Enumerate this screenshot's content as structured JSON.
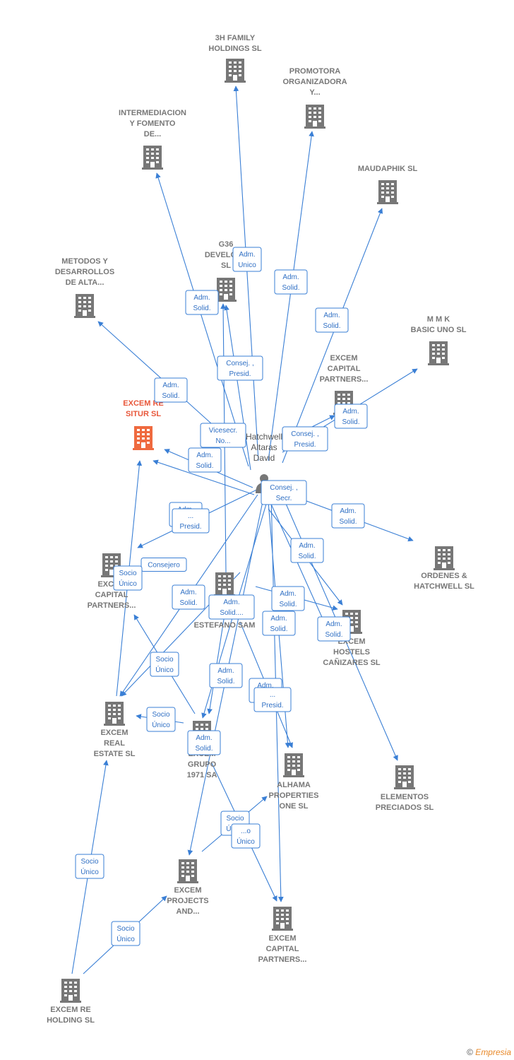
{
  "colors": {
    "edge": "#3a7fd5",
    "company": "#777777",
    "focus": "#ef6a3f",
    "person": "#777777"
  },
  "nodes": [
    {
      "id": "3h",
      "label": [
        "3H FAMILY",
        "HOLDINGS  SL"
      ],
      "type": "company"
    },
    {
      "id": "promotora",
      "label": [
        "PROMOTORA",
        "ORGANIZADORA",
        "Y..."
      ],
      "type": "company"
    },
    {
      "id": "intermediacion",
      "label": [
        "INTERMEDIACION",
        "Y FOMENTO",
        "DE..."
      ],
      "type": "company"
    },
    {
      "id": "maudaphik",
      "label": [
        "MAUDAPHIK SL"
      ],
      "type": "company"
    },
    {
      "id": "g36",
      "label": [
        "G36",
        "DEVELOP...",
        "SL"
      ],
      "type": "company"
    },
    {
      "id": "metodos",
      "label": [
        "METODOS Y",
        "DESARROLLOS",
        "DE ALTA..."
      ],
      "type": "company"
    },
    {
      "id": "mmk",
      "label": [
        "M M K",
        "BASIC UNO SL"
      ],
      "type": "company"
    },
    {
      "id": "excem_cap1",
      "label": [
        "EXCEM",
        "CAPITAL",
        "PARTNERS..."
      ],
      "type": "company"
    },
    {
      "id": "excem_re_situr",
      "label": [
        "EXCEM RE",
        "SITUR  SL"
      ],
      "type": "focus"
    },
    {
      "id": "person",
      "label": [
        "Hatchwell",
        "Altaras",
        "David"
      ],
      "type": "person"
    },
    {
      "id": "ordenes",
      "label": [
        "ORDENES &",
        "HATCHWELL SL"
      ],
      "type": "company"
    },
    {
      "id": "excem_cap2",
      "label": [
        "EXCEM",
        "CAPITAL",
        "PARTNERS..."
      ],
      "type": "company"
    },
    {
      "id": "torre",
      "label": [
        "TO...",
        "B...",
        "ESTEFANO SAM"
      ],
      "type": "company"
    },
    {
      "id": "hostels",
      "label": [
        "EXCEM",
        "HOSTELS",
        "CAÑIZARES  SL"
      ],
      "type": "company"
    },
    {
      "id": "real_estate",
      "label": [
        "EXCEM",
        "REAL",
        "ESTATE  SL"
      ],
      "type": "company"
    },
    {
      "id": "grupo",
      "label": [
        "EXCEM",
        "GRUPO",
        "1971 SA"
      ],
      "type": "company"
    },
    {
      "id": "alhama",
      "label": [
        "ALHAMA",
        "PROPERTIES",
        "ONE  SL"
      ],
      "type": "company"
    },
    {
      "id": "preciados",
      "label": [
        "ELEMENTOS",
        "PRECIADOS SL"
      ],
      "type": "company"
    },
    {
      "id": "projects",
      "label": [
        "EXCEM",
        "PROJECTS",
        "AND..."
      ],
      "type": "company"
    },
    {
      "id": "excem_cap3",
      "label": [
        "EXCEM",
        "CAPITAL",
        "PARTNERS..."
      ],
      "type": "company"
    },
    {
      "id": "re_holding",
      "label": [
        "EXCEM RE",
        "HOLDING  SL"
      ],
      "type": "company"
    }
  ],
  "edge_labels": [
    {
      "id": "l_3h",
      "lines": [
        "Adm.",
        "Unico"
      ]
    },
    {
      "id": "l_promotora",
      "lines": [
        "Adm.",
        "Solid."
      ]
    },
    {
      "id": "l_interm",
      "lines": [
        "Adm.",
        "Solid."
      ]
    },
    {
      "id": "l_maudaphik",
      "lines": [
        "Adm.",
        "Solid."
      ]
    },
    {
      "id": "l_g36",
      "lines": [
        "Consej. ,",
        "Presid."
      ]
    },
    {
      "id": "l_metodos",
      "lines": [
        "Adm.",
        "Solid."
      ]
    },
    {
      "id": "l_cap1a",
      "lines": [
        "Adm.",
        "Solid."
      ]
    },
    {
      "id": "l_cap1b",
      "lines": [
        "Consej. ,",
        "Presid."
      ]
    },
    {
      "id": "l_vicesecr",
      "lines": [
        "Vicesecr.",
        "No..."
      ]
    },
    {
      "id": "l_situr",
      "lines": [
        "Adm.",
        "Solid."
      ]
    },
    {
      "id": "l_secr",
      "lines": [
        "Consej. ,",
        "Secr."
      ]
    },
    {
      "id": "l_ordenes",
      "lines": [
        "Adm.",
        "Solid."
      ]
    },
    {
      "id": "l_cap2a",
      "lines": [
        "Adm.",
        "Solid."
      ]
    },
    {
      "id": "l_cap2b",
      "lines": [
        "Consejero"
      ]
    },
    {
      "id": "l_cap2c",
      "lines": [
        "Socio",
        "Único"
      ]
    },
    {
      "id": "l_torre1",
      "lines": [
        "Adm.",
        "Solid."
      ]
    },
    {
      "id": "l_torre2",
      "lines": [
        "Adm.",
        "Solid...."
      ]
    },
    {
      "id": "l_hostels1",
      "lines": [
        "Adm.",
        "Solid."
      ]
    },
    {
      "id": "l_hostels2",
      "lines": [
        "Adm.",
        "Solid."
      ]
    },
    {
      "id": "l_hostels3",
      "lines": [
        "Adm.",
        "Solid."
      ]
    },
    {
      "id": "l_hostels4",
      "lines": [
        "Adm.",
        "Solid."
      ]
    },
    {
      "id": "l_re1",
      "lines": [
        "Socio",
        "Único"
      ]
    },
    {
      "id": "l_re2",
      "lines": [
        "Socio",
        "Único"
      ]
    },
    {
      "id": "l_grupo1",
      "lines": [
        "Adm.",
        "Solid."
      ]
    },
    {
      "id": "l_grupo2",
      "lines": [
        "Adm.",
        "Solid."
      ]
    },
    {
      "id": "l_alhama",
      "lines": [
        "Adm.",
        "Solid."
      ]
    },
    {
      "id": "l_alhama2",
      "lines": [
        "...",
        "Presid."
      ]
    },
    {
      "id": "l_proj1",
      "lines": [
        "Socio",
        "Único"
      ]
    },
    {
      "id": "l_proj2",
      "lines": [
        "...o",
        "Único"
      ]
    },
    {
      "id": "l_reh1",
      "lines": [
        "Socio",
        "Único"
      ]
    },
    {
      "id": "l_reh2",
      "lines": [
        "Socio",
        "Único"
      ]
    },
    {
      "id": "l_presid2",
      "lines": [
        "...",
        "Presid."
      ]
    }
  ],
  "watermark": {
    "symbol": "©",
    "brand_initial": "E",
    "brand_rest": "mpresia"
  }
}
